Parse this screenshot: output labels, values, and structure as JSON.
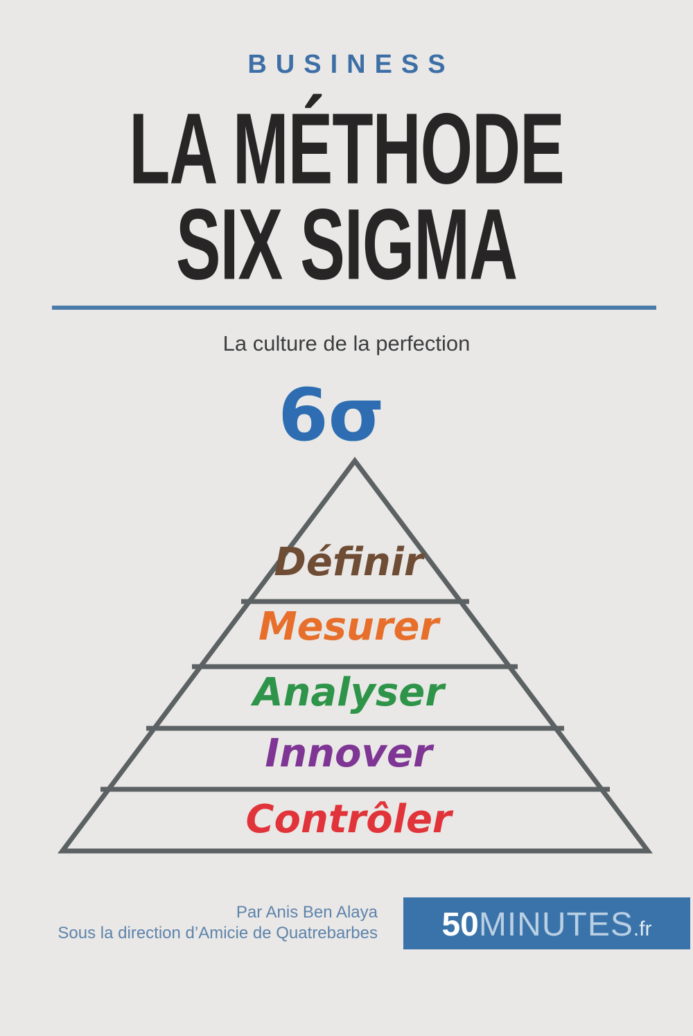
{
  "page": {
    "background_color": "#e9e8e6"
  },
  "header": {
    "category": "BUSINESS",
    "category_color": "#3d6fa6"
  },
  "title": {
    "line1": "LA MÉTHODE",
    "line2": "SIX SIGMA",
    "color": "#272525",
    "rule_color": "#4a7cab"
  },
  "subtitle": "La culture de la perfection",
  "sigma_symbol": "6σ",
  "sigma_color": "#2e6db1",
  "pyramid": {
    "outline_color": "#5c6163",
    "levels": [
      {
        "label": "Définir",
        "color": "#6f4c34"
      },
      {
        "label": "Mesurer",
        "color": "#e76f2b"
      },
      {
        "label": "Analyser",
        "color": "#2e9449"
      },
      {
        "label": "Innover",
        "color": "#7e3594"
      },
      {
        "label": "Contrôler",
        "color": "#e0343a"
      }
    ]
  },
  "footer": {
    "author_line1": "Par Anis Ben Alaya",
    "author_line2": "Sous la direction d’Amicie de Quatrebarbes",
    "author_color": "#5e83ab",
    "logo": {
      "prefix": "50",
      "middle": "MINUTES",
      "suffix": ".fr",
      "background": "#3973a9"
    }
  }
}
